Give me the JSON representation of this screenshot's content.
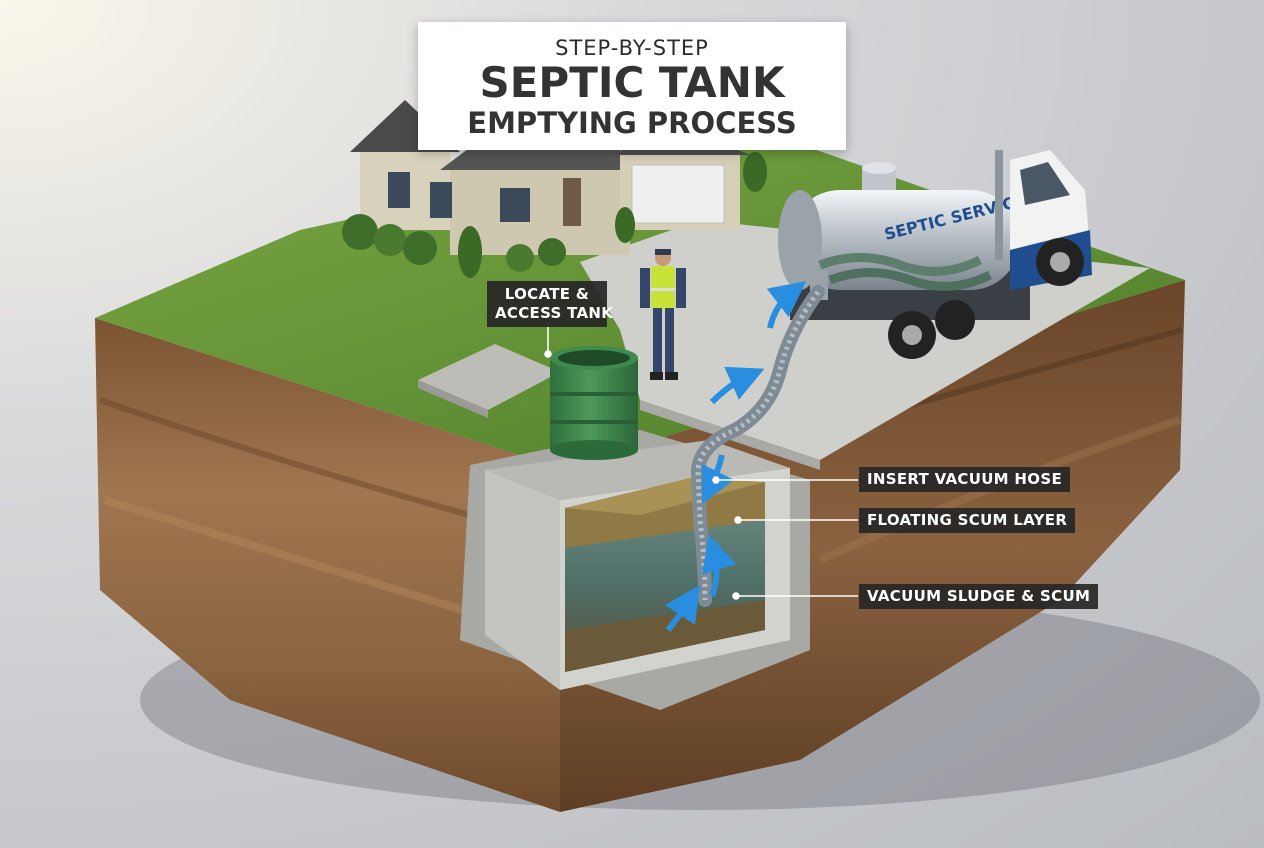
{
  "title": {
    "kicker": "STEP-BY-STEP",
    "main": "SEPTIC TANK",
    "sub": "EMPTYING PROCESS"
  },
  "callouts": {
    "locate_line1": "LOCATE &",
    "locate_line2": "ACCESS TANK",
    "insert_hose": "INSERT VACUUM HOSE",
    "scum_layer": "FLOATING SCUM LAYER",
    "vacuum_sludge": "VACUUM SLUDGE & SCUM"
  },
  "truck": {
    "tank_label": "SEPTIC SERVICES"
  },
  "colors": {
    "grass": "#5f8f34",
    "soil": "#8a6039",
    "concrete": "#c9c9c6",
    "riser": "#3f8a4f",
    "arrow": "#2a8ee0",
    "label_bg": "#262626",
    "truck_blue": "#1f4d8f"
  },
  "icons": [
    "house-icon",
    "truck-icon",
    "worker-icon",
    "flow-arrow-icon"
  ]
}
